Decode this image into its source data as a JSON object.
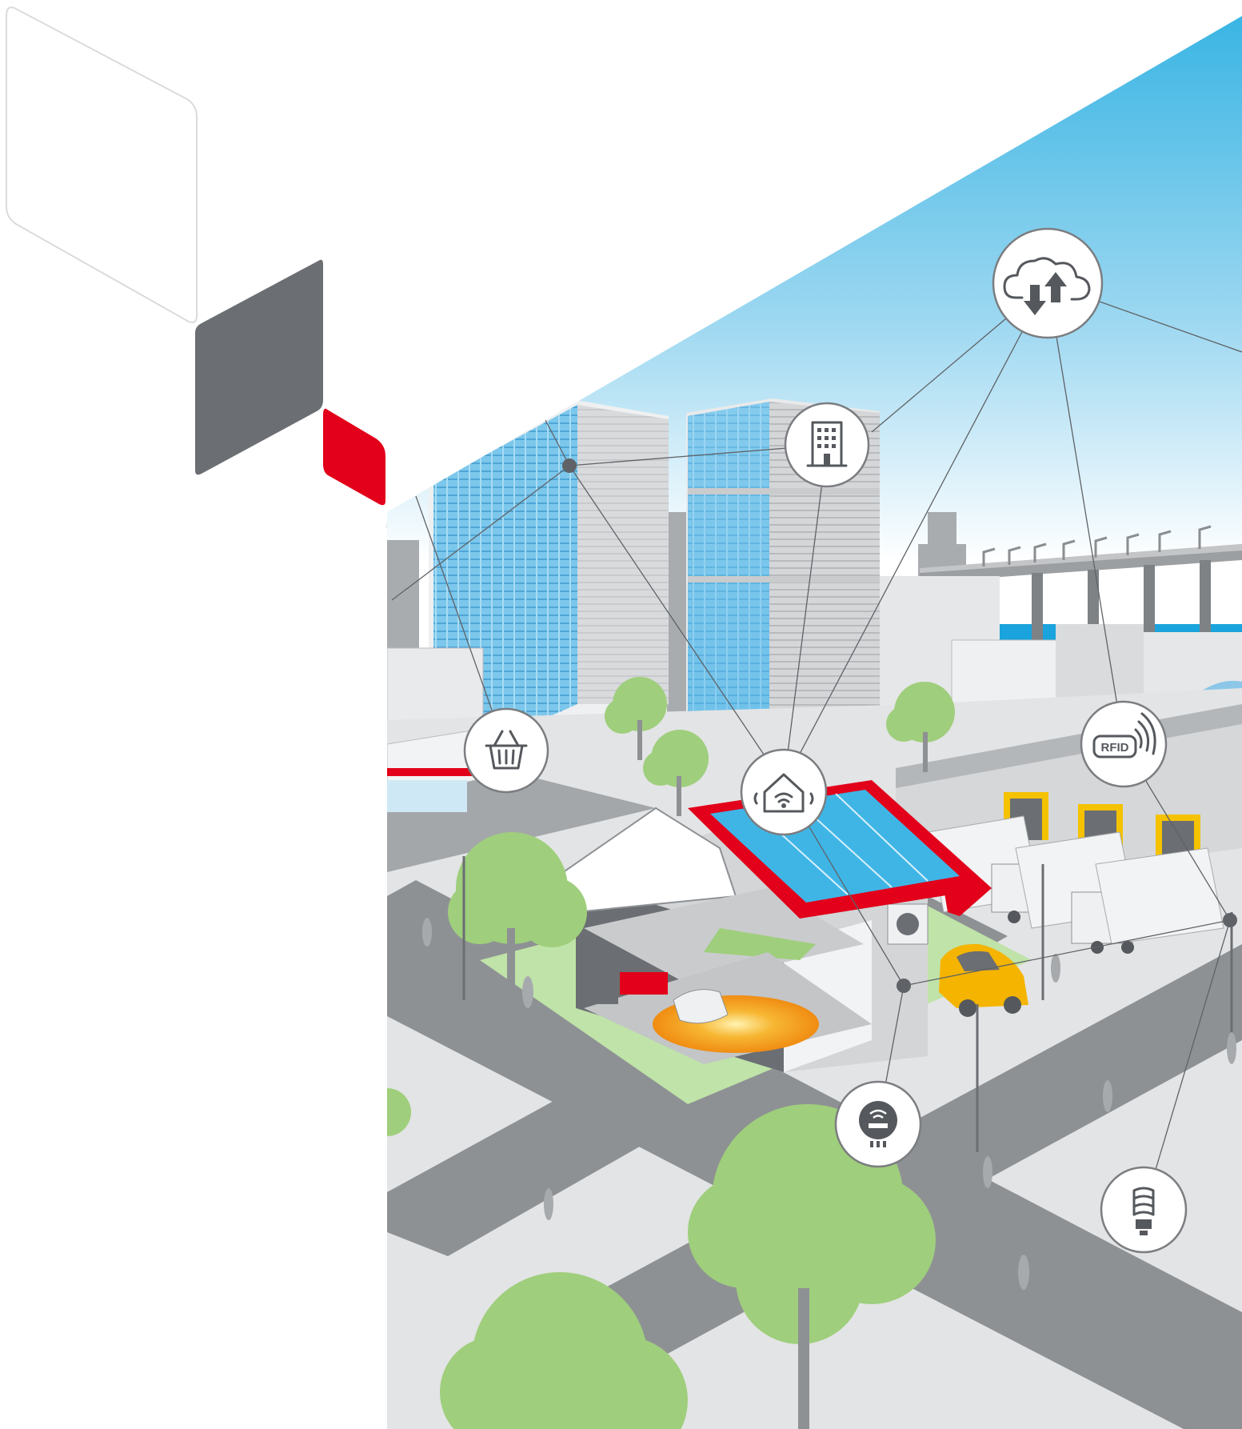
{
  "image": {
    "alt": "",
    "colors": {
      "sky_top": "#35b3e3",
      "sky_bottom": "#ffffff",
      "accent_red": "#e2001a",
      "hex_gray": "#6b6e72",
      "tree_green": "#9fce7c",
      "road_gray": "#8e9194",
      "ground_light": "#e3e4e5",
      "glass_blue": "#6fc3ec",
      "solar_blue": "#3fb5e6",
      "heat_orange": "#f49a1b",
      "car_yellow": "#f5b400",
      "dock_yellow": "#f5c200"
    }
  },
  "labels": {
    "rfid": "RFID"
  },
  "hubs": [
    {
      "id": "cloud",
      "icon": "cloud-sync-icon"
    },
    {
      "id": "building",
      "icon": "building-icon"
    },
    {
      "id": "shopping",
      "icon": "shopping-basket-icon"
    },
    {
      "id": "smarthome",
      "icon": "smart-home-icon"
    },
    {
      "id": "rfid",
      "icon": "rfid-icon"
    },
    {
      "id": "meter",
      "icon": "smart-meter-icon"
    },
    {
      "id": "lamp",
      "icon": "energy-saving-lamp-icon"
    }
  ]
}
